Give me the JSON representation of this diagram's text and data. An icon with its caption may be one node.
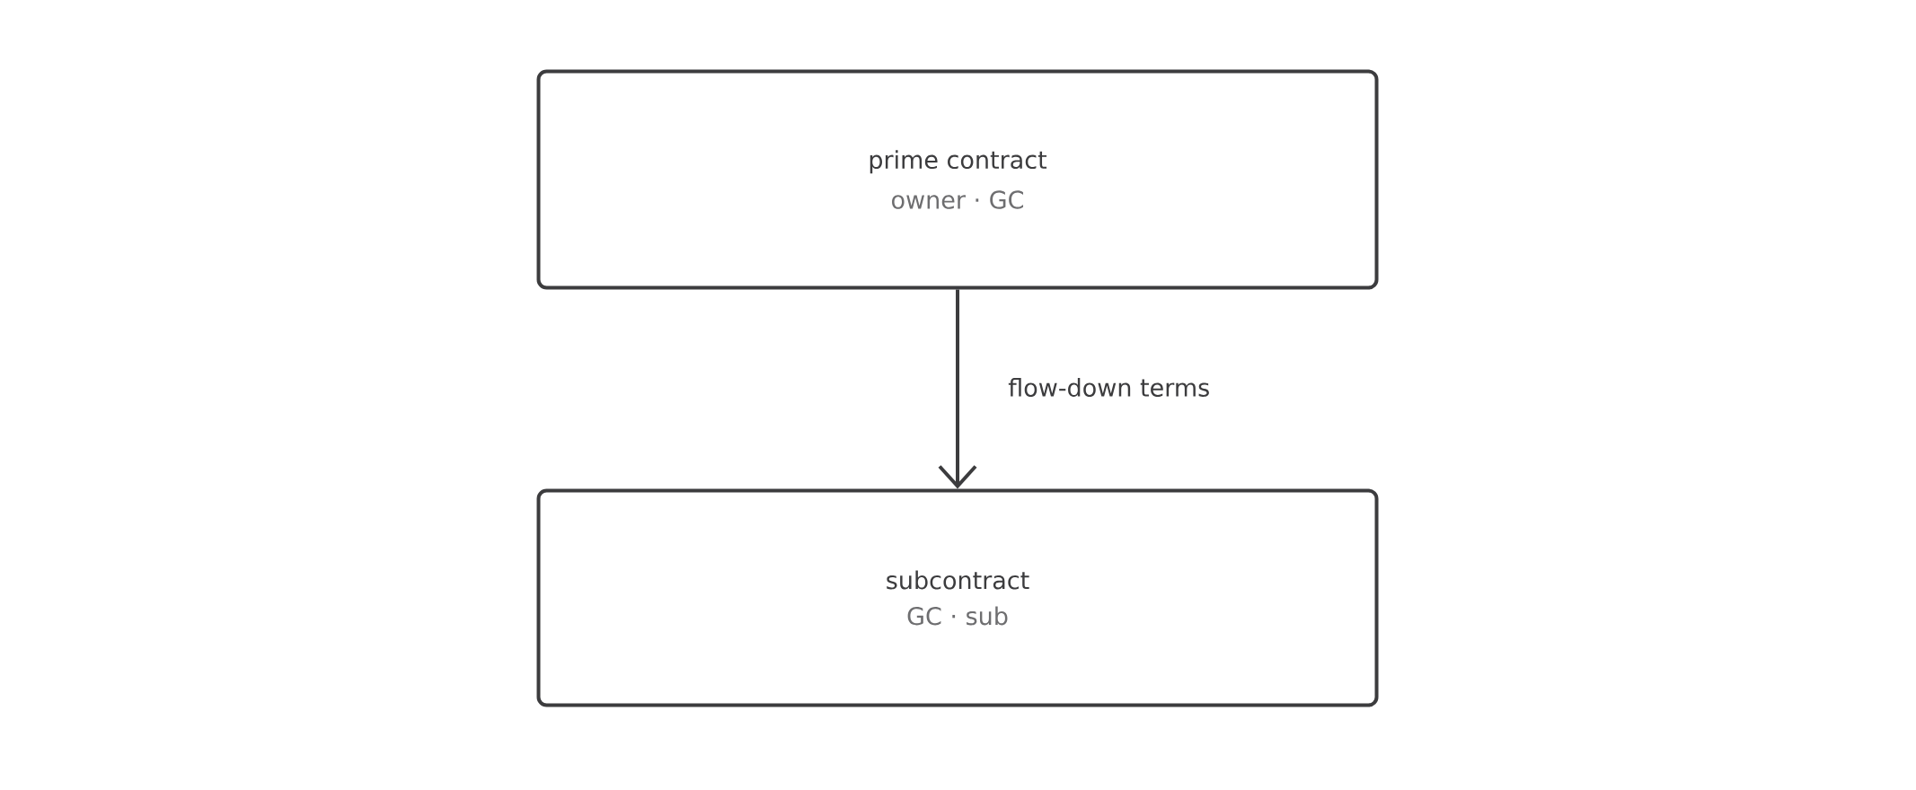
{
  "diagram": {
    "nodes": [
      {
        "text": [
          "prime contract",
          "owner · GC"
        ]
      },
      {
        "text": [
          "subcontract",
          "GC · sub"
        ]
      }
    ],
    "edges": [
      {
        "from": 0,
        "to": 1,
        "arrow": "to",
        "label": "flow-down terms"
      }
    ]
  }
}
